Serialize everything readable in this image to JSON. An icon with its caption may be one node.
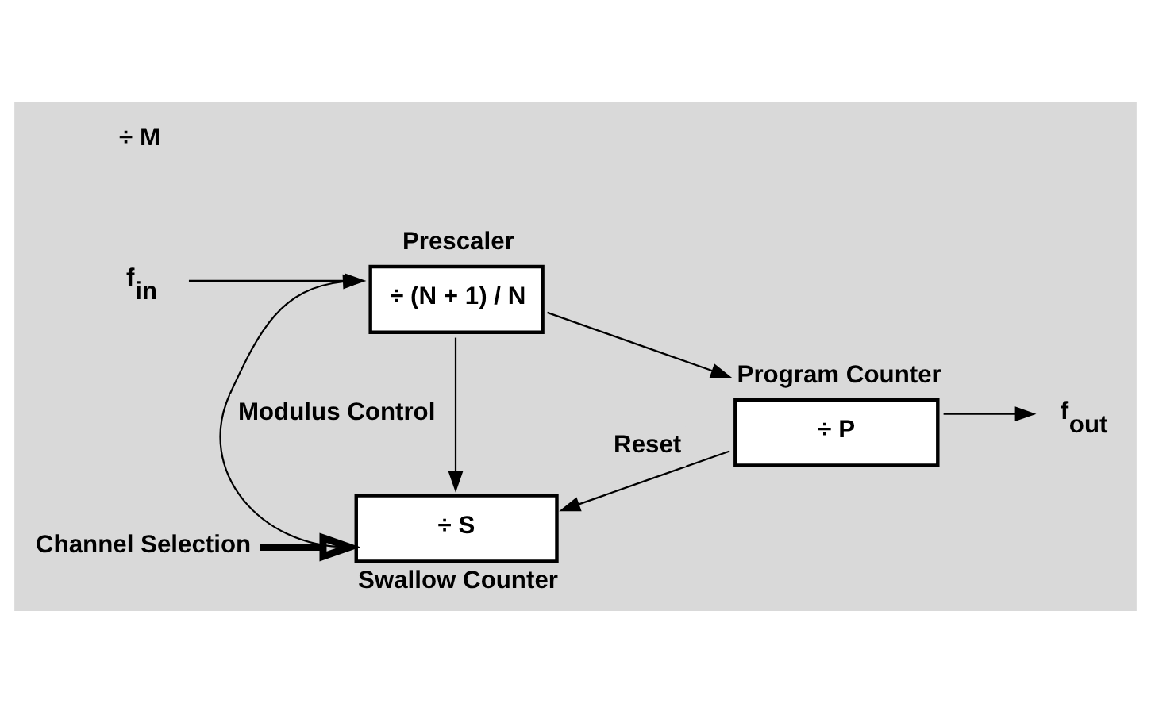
{
  "diagram": {
    "nodes": [
      {
        "text": [
          "Prescaler",
          "÷ (N + 1) / N"
        ]
      },
      {
        "text": [
          "Program Counter",
          "÷ P"
        ]
      },
      {
        "text": [
          "÷ S"
        ],
        "beside": [
          "Swallow Counter"
        ]
      },
      {
        "text": [
          "f$_{in}$"
        ]
      },
      {
        "text": [
          "f$_{out}$"
        ]
      },
      {
        "text": [
          "Channel Selection"
        ]
      }
    ],
    "edges": [
      {
        "from": 3,
        "to": 0,
        "arrow": "to"
      },
      {
        "from": 0,
        "to": 1,
        "arrow": "to"
      },
      {
        "from": 1,
        "to": 4,
        "arrow": "to"
      },
      {
        "from": 0,
        "to": 2,
        "arrow": "to"
      },
      {
        "from": 1,
        "to": 2,
        "arrow": "to",
        "label": "Reset"
      },
      {
        "from": 2,
        "to": 0,
        "arrow": "to",
        "label": "Modulus Control"
      },
      {
        "from": 5,
        "to": 2,
        "arrow": "to",
        "style": "thick"
      }
    ],
    "labels": [
      "÷ M"
    ]
  }
}
